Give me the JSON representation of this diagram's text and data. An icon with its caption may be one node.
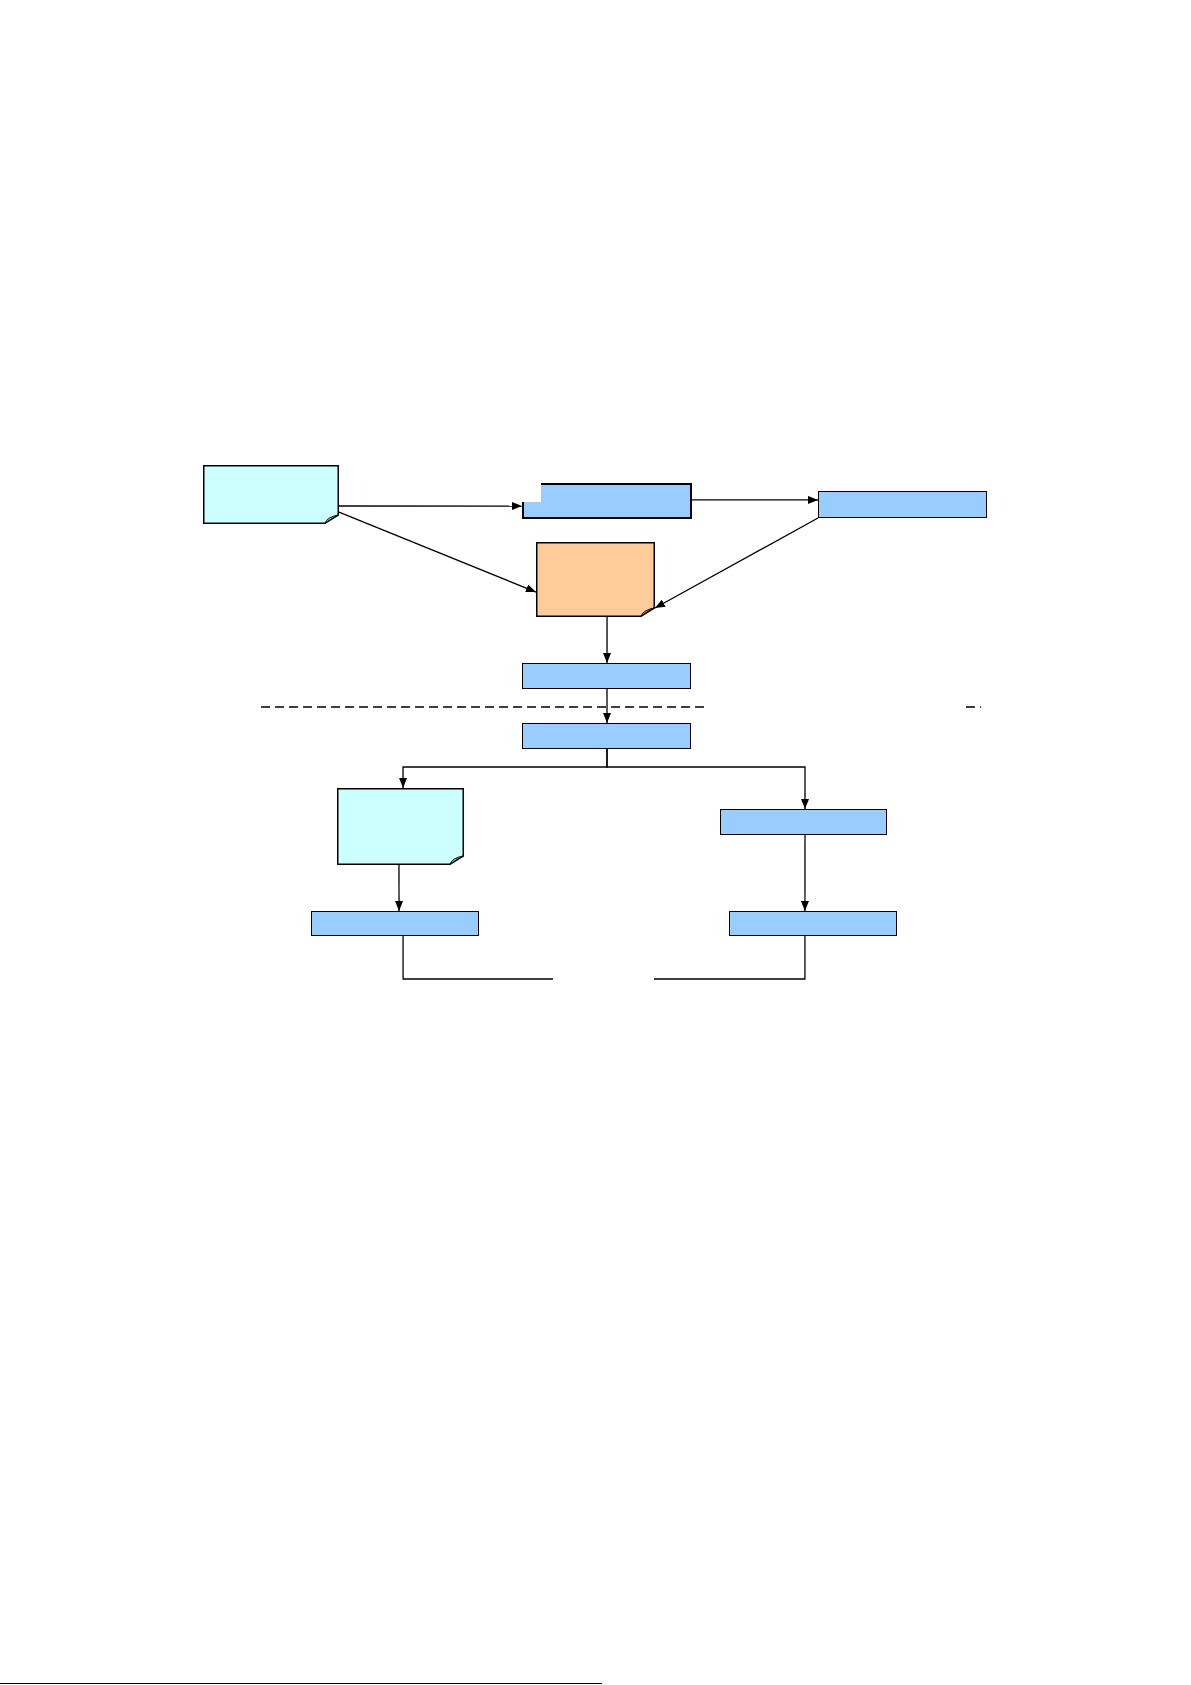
{
  "diagram": {
    "nodes": [
      {
        "text": [],
        "shape": "document"
      },
      {
        "text": [],
        "shape": "box"
      },
      {
        "text": [],
        "shape": "box"
      },
      {
        "text": [],
        "shape": "document"
      },
      {
        "text": [],
        "shape": "box"
      },
      {
        "text": [],
        "shape": "box"
      },
      {
        "text": [],
        "shape": "document"
      },
      {
        "text": [],
        "shape": "box"
      },
      {
        "text": [],
        "shape": "box"
      },
      {
        "text": [],
        "shape": "box"
      }
    ],
    "edges": [
      {
        "from": 0,
        "to": 1,
        "arrow": "to"
      },
      {
        "from": 1,
        "to": 2,
        "arrow": "to"
      },
      {
        "from": 0,
        "to": 3,
        "arrow": "to"
      },
      {
        "from": 2,
        "to": 3,
        "arrow": "to"
      },
      {
        "from": 3,
        "to": 4,
        "arrow": "to"
      },
      {
        "from": 4,
        "to": 5,
        "arrow": "to"
      },
      {
        "from": 5,
        "to": 6,
        "arrow": "to"
      },
      {
        "from": 5,
        "to": 7,
        "arrow": "to"
      },
      {
        "from": 6,
        "to": 8,
        "arrow": "to"
      },
      {
        "from": 7,
        "to": 9,
        "arrow": "to"
      },
      {
        "from": 8,
        "to": null,
        "arrow": "none"
      },
      {
        "from": 9,
        "to": null,
        "arrow": "none"
      }
    ]
  }
}
